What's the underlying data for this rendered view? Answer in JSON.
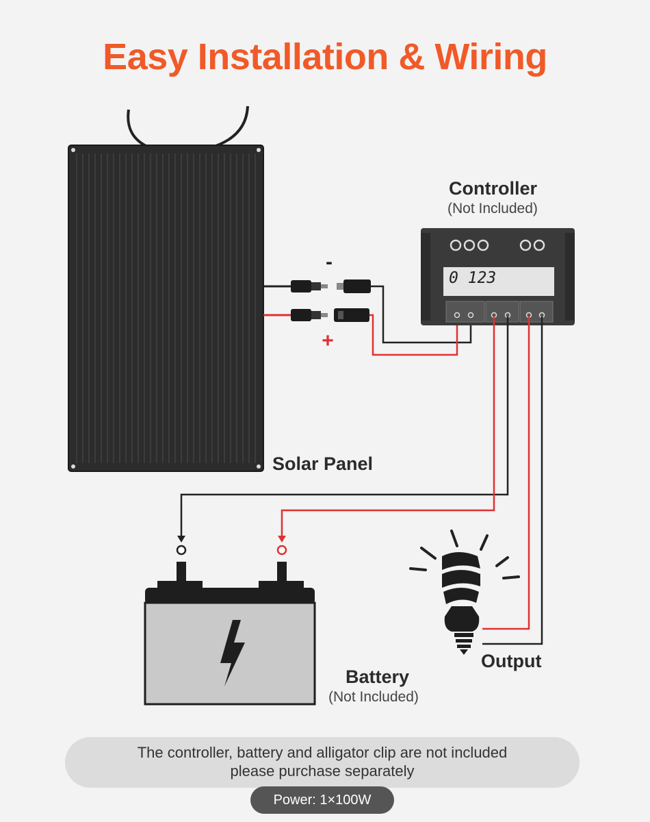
{
  "title": "Easy Installation & Wiring",
  "controller": {
    "label": "Controller",
    "note": "(Not Included)",
    "display": "0 123"
  },
  "solar_panel": {
    "label": "Solar Panel"
  },
  "battery": {
    "label": "Battery",
    "note": "(Not Included)"
  },
  "output": {
    "label": "Output"
  },
  "polarity": {
    "negative": "-",
    "positive": "+"
  },
  "footer": {
    "line1": "The controller, battery and alligator clip are not included",
    "line2": "please purchase separately",
    "power": "Power: 1×100W"
  },
  "colors": {
    "accent": "#f05a28",
    "positive_wire": "#e03131",
    "negative_wire": "#222222",
    "panel": "#2c2c2c",
    "controller_body": "#3a3a3a",
    "battery_body": "#c9c9c9"
  }
}
